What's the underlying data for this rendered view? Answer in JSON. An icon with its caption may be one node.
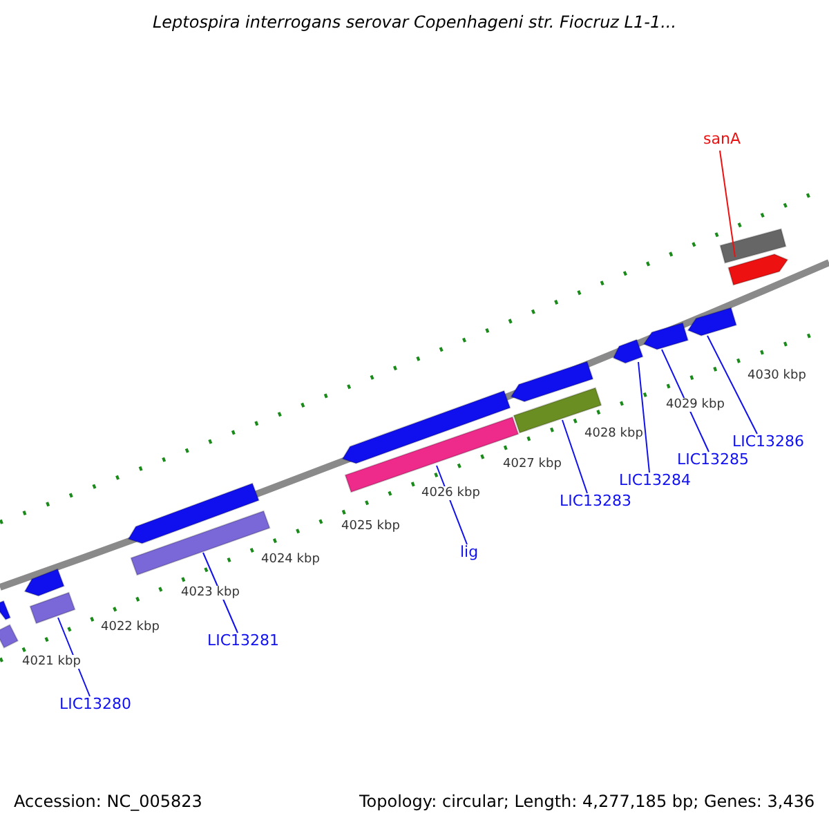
{
  "diagram": {
    "title": "Leptospira interrogans serovar Copenhageni str. Fiocruz L1-1...",
    "nodes": [
      {
        "text": [
          "sanA"
        ]
      },
      {
        "text": [
          "LIC13280"
        ]
      },
      {
        "text": [
          "LIC13281"
        ]
      },
      {
        "text": [
          "lig"
        ]
      },
      {
        "text": [
          "LIC13283"
        ]
      },
      {
        "text": [
          "LIC13284"
        ]
      },
      {
        "text": [
          "LIC13285"
        ]
      },
      {
        "text": [
          "LIC13286"
        ]
      },
      {
        "text": [],
        "shape": "arrow"
      },
      {
        "text": [],
        "shape": "bar"
      },
      {
        "text": [],
        "shape": "arrow"
      },
      {
        "text": [],
        "shape": "bar"
      },
      {
        "text": [],
        "shape": "arrow"
      },
      {
        "text": [],
        "shape": "bar"
      },
      {
        "text": [],
        "shape": "arrow"
      },
      {
        "text": [],
        "shape": "bar"
      },
      {
        "text": [],
        "shape": "arrow"
      },
      {
        "text": [],
        "shape": "bar"
      },
      {
        "text": [],
        "shape": "arrow"
      },
      {
        "text": [],
        "shape": "arrow"
      },
      {
        "text": [],
        "shape": "arrow"
      },
      {
        "text": [],
        "shape": "bar"
      },
      {
        "text": [],
        "shape": "arrow"
      }
    ],
    "edges": [
      {
        "from": 0,
        "to": 21,
        "arrow": "none",
        "color": "#ee1111"
      },
      {
        "from": 1,
        "to": 11,
        "arrow": "none"
      },
      {
        "from": 2,
        "to": 13,
        "arrow": "none"
      },
      {
        "from": 3,
        "to": 15,
        "arrow": "none"
      },
      {
        "from": 4,
        "to": 17,
        "arrow": "none"
      },
      {
        "from": 5,
        "to": 18,
        "arrow": "none"
      },
      {
        "from": 6,
        "to": 19,
        "arrow": "none"
      },
      {
        "from": 7,
        "to": 20,
        "arrow": "none"
      }
    ],
    "labels": [
      "4030 kbp",
      "4029 kbp",
      "4028 kbp",
      "4027 kbp",
      "4026 kbp",
      "4025 kbp",
      "4024 kbp",
      "4023 kbp",
      "4022 kbp",
      "4021 kbp",
      "Accession: NC_005823",
      "Topology: circular; Length: 4,277,185 bp; Genes: 3,436"
    ]
  }
}
